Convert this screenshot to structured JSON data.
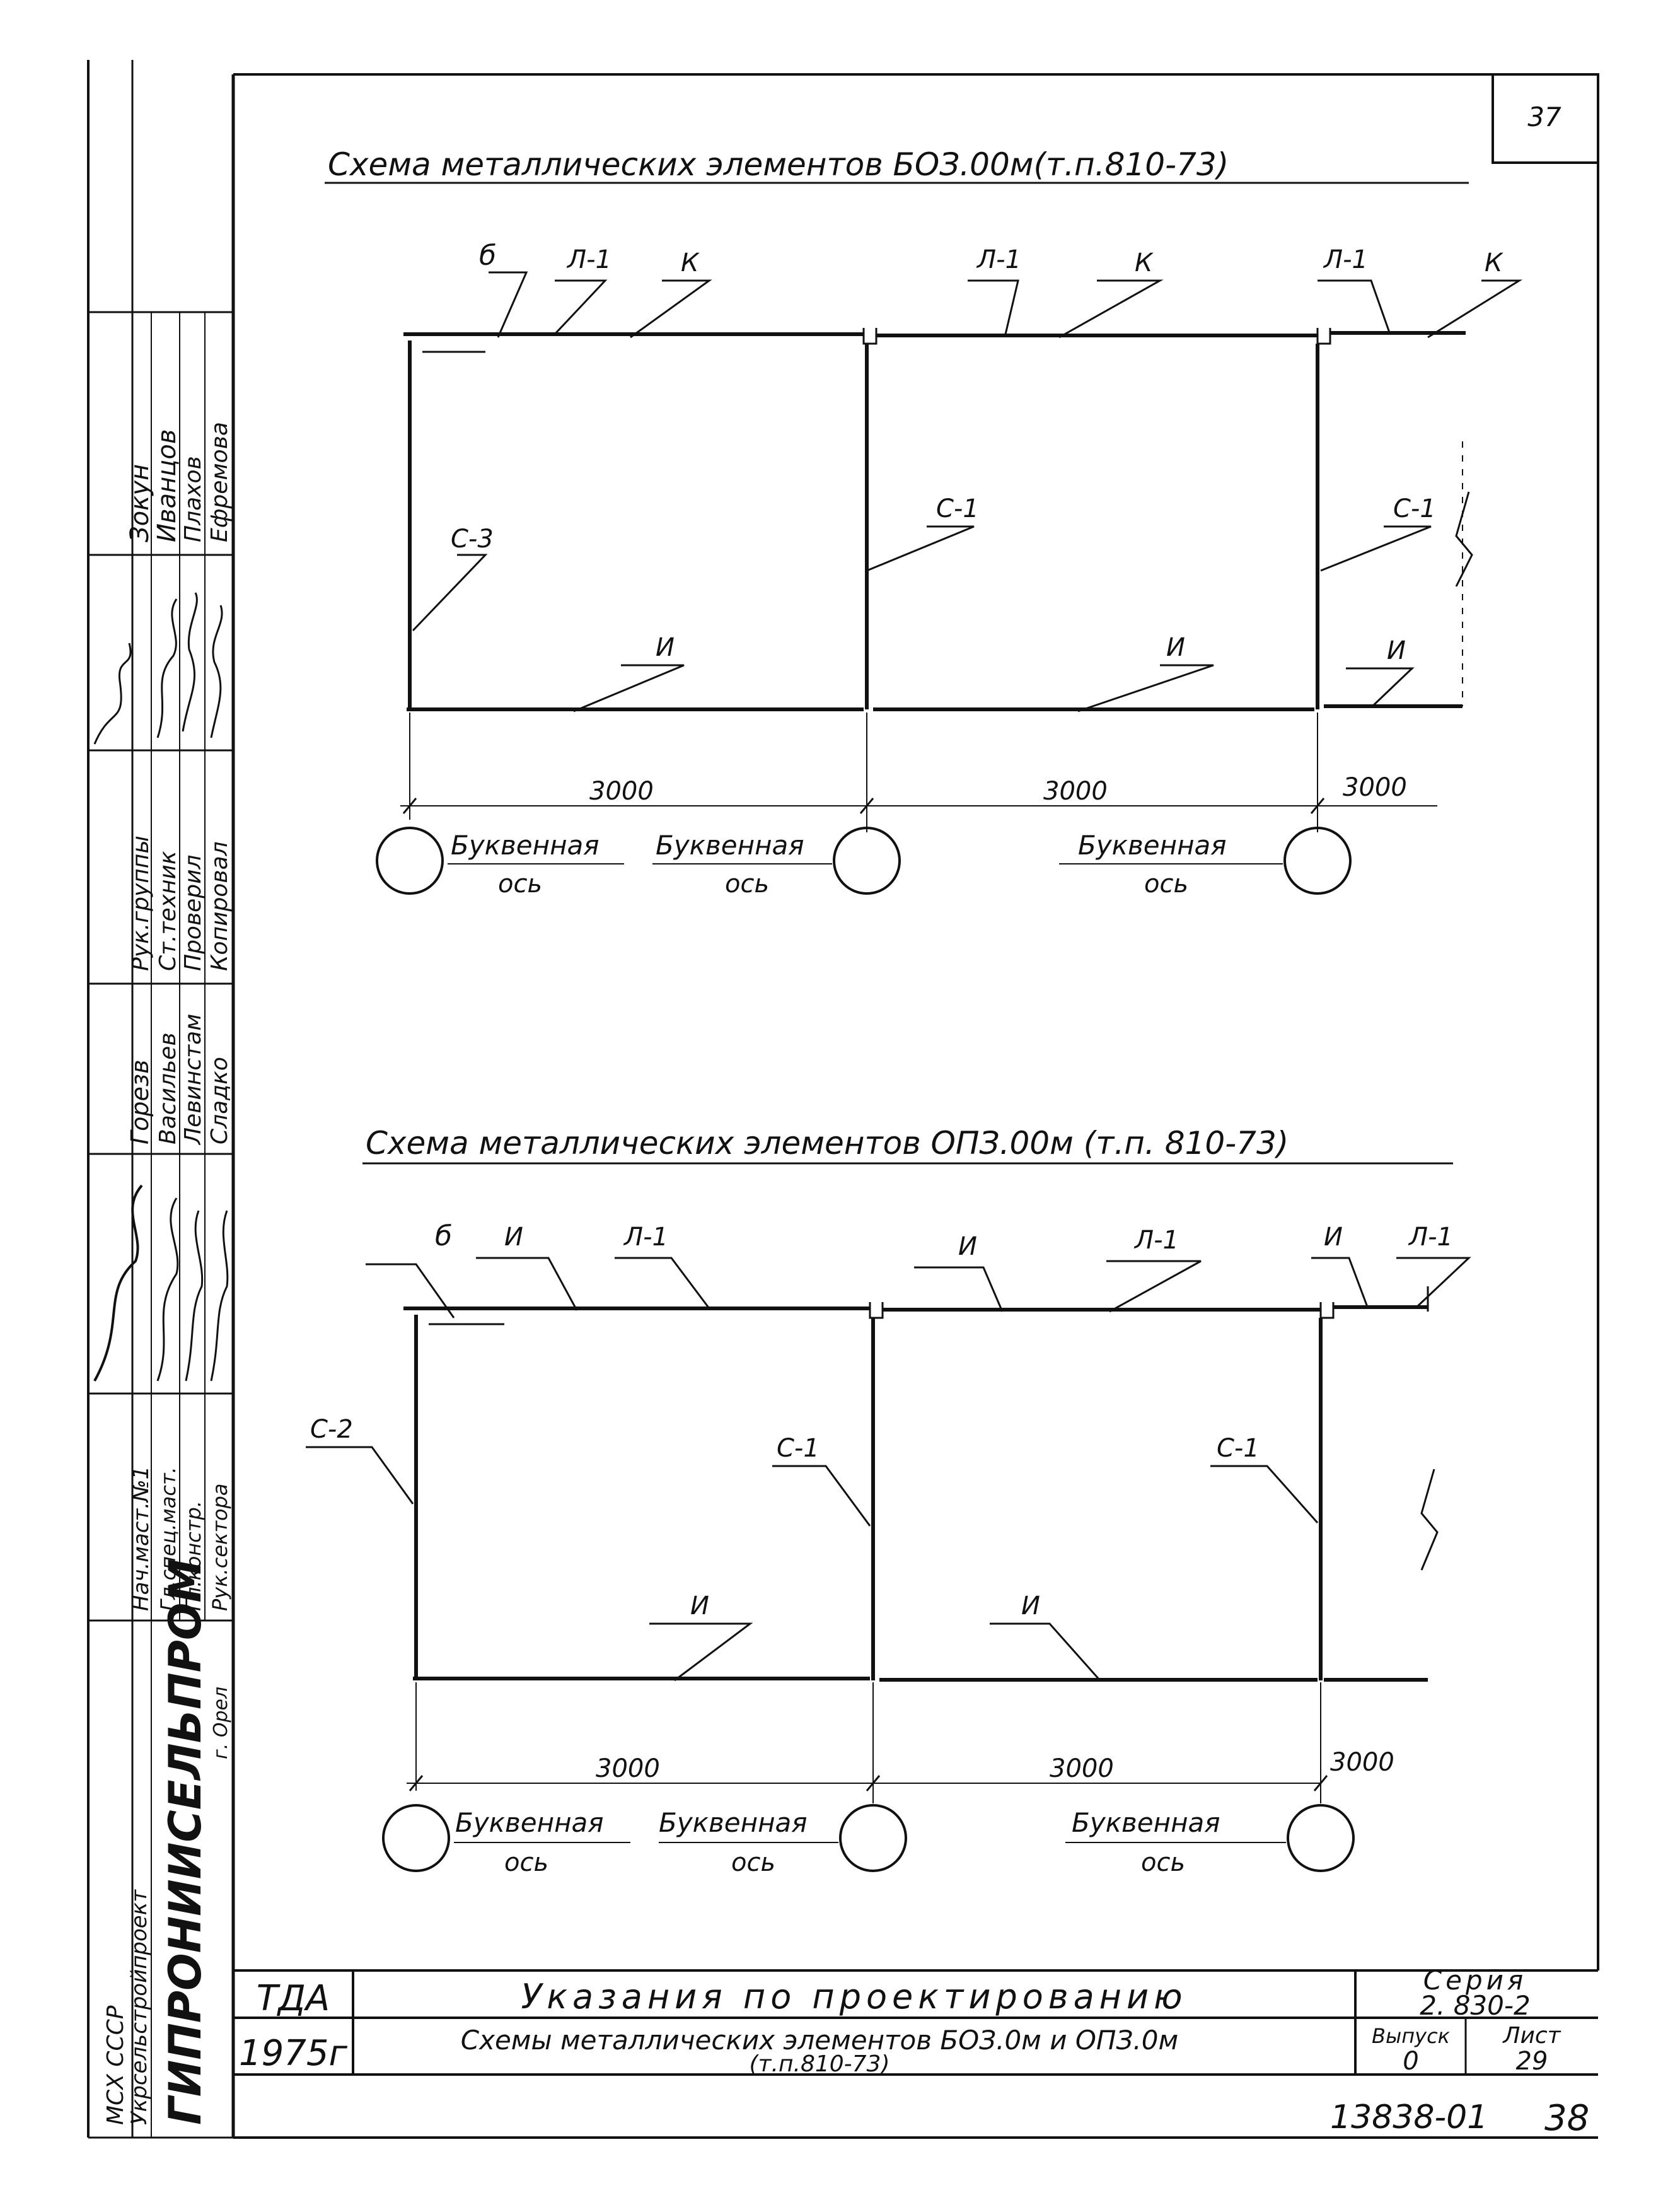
{
  "page_number": "37",
  "top_schema": {
    "title": "Схема металлических элементов БОЗ.00м(т.п.810-73)",
    "labels": {
      "b": "б",
      "l1_a": "Л-1",
      "k_a": "К",
      "l1_b": "Л-1",
      "k_b": "К",
      "l1_c": "Л-1",
      "k_c": "К",
      "c3": "С-3",
      "c1_a": "С-1",
      "c1_b": "С-1",
      "i_a": "И",
      "i_b": "И",
      "i_c": "И"
    },
    "dims": [
      "3000",
      "3000",
      "3000"
    ],
    "axis_labels": [
      {
        "top": "Буквенная",
        "bottom": "ось"
      },
      {
        "top": "Буквенная",
        "bottom": "ось"
      },
      {
        "top": "Буквенная",
        "bottom": "ось"
      }
    ]
  },
  "bottom_schema": {
    "title": "Схема металлических элементов ОПЗ.00м (т.п. 810-73)",
    "labels": {
      "b": "б",
      "i_a": "И",
      "l1_a": "Л-1",
      "i_b": "И",
      "l1_b": "Л-1",
      "i_c": "И",
      "l1_c": "Л-1",
      "c2": "С-2",
      "c1_a": "С-1",
      "c1_b": "С-1",
      "i_d": "И",
      "i_e": "И"
    },
    "dims": [
      "3000",
      "3000",
      "3000"
    ],
    "axis_labels": [
      {
        "top": "Буквенная",
        "bottom": "ось"
      },
      {
        "top": "Буквенная",
        "bottom": "ось"
      },
      {
        "top": "Буквенная",
        "bottom": "ось"
      }
    ]
  },
  "side_stamp": {
    "names": [
      "Зокун",
      "Иванцов",
      "Плахов",
      "Ефремова"
    ],
    "roles": [
      "Рук.группы",
      "Ст.техник",
      "Проверил",
      "Копировал"
    ],
    "names2": [
      "Горезв",
      "Васильев",
      "Левинстам",
      "Сладко"
    ],
    "roles2": [
      "Нач.маст.№1",
      "Гл.спец.маст.",
      "Гл.констр.",
      "Рук.сектора"
    ],
    "org": [
      "МСХ СССР",
      "Укрсельстройпроект",
      "ГИПРОНИИСЕЛЬПРОМ",
      "г. Орел"
    ]
  },
  "title_block": {
    "code": "ТДА",
    "year": "1975г",
    "title": "Указания по проектированию",
    "subtitle_1": "Схемы металлических элементов БОЗ.0м и ОПЗ.0м",
    "subtitle_2": "(т.п.810-73)",
    "series_label": "Серия",
    "series_value": "2. 830-2",
    "issue_label": "Выпуск",
    "issue_value": "0",
    "sheet_label": "Лист",
    "sheet_value": "29"
  },
  "archive_number": "13838-01",
  "archive_page": "38"
}
